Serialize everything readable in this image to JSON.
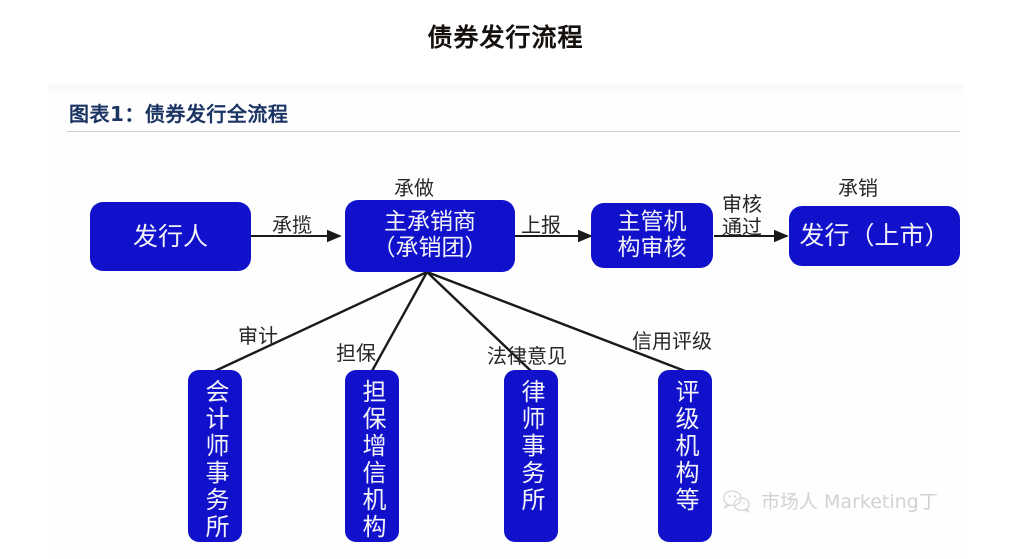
{
  "page": {
    "title": "债券发行流程"
  },
  "figure": {
    "header": "图表1：债券发行全流程",
    "header_color": "#1b3464",
    "box_color": "#1111cc",
    "box_text_color": "#f2f2f8",
    "connector_color": "#1a1a1a"
  },
  "nodes": {
    "issuer": {
      "label": "发行人"
    },
    "lead_underwriter": {
      "label": "主承销商\n（承销团）"
    },
    "regulator": {
      "label": "主管机\n构审核"
    },
    "issuance": {
      "label": "发行（上市）"
    },
    "accounting_firm": {
      "label": "会计师事务所"
    },
    "guarantee_institution": {
      "label": "担保增信机构"
    },
    "law_firm": {
      "label": "律师事务所"
    },
    "rating_agency": {
      "label": "评级机构等"
    }
  },
  "edge_labels": {
    "underwriting_mandate": "承揽",
    "execution": "承做",
    "submission": "上报",
    "approval_passed": "审核\n通过",
    "distribution": "承销",
    "audit": "审计",
    "guarantee": "担保",
    "legal_opinion": "法律意见",
    "credit_rating": "信用评级"
  },
  "watermark": {
    "icon": "wechat-icon",
    "text": "市场人 Marketing丁"
  }
}
